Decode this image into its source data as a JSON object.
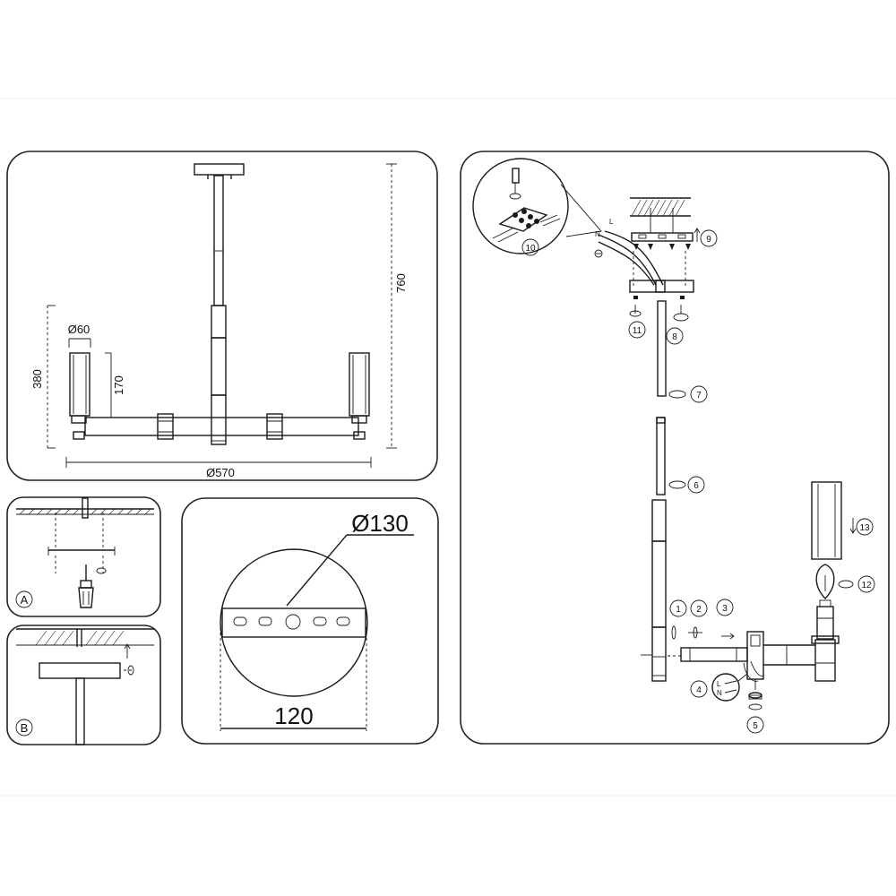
{
  "overview": {
    "dim_total_height": "760",
    "dim_shade_diameter": "Ø60",
    "dim_arm_height": "380",
    "dim_shade_height": "170",
    "dim_width": "Ø570"
  },
  "panel_a": {
    "label": "A"
  },
  "panel_b": {
    "label": "B"
  },
  "canopy": {
    "dim_diameter": "Ø130",
    "dim_mount": "120"
  },
  "assembly": {
    "wire_n": "N",
    "wire_l": "L",
    "terminal_n": "N",
    "terminal_l": "L",
    "steps": [
      "1",
      "2",
      "3",
      "4",
      "5",
      "6",
      "7",
      "8",
      "9",
      "10",
      "11",
      "12",
      "13"
    ]
  }
}
